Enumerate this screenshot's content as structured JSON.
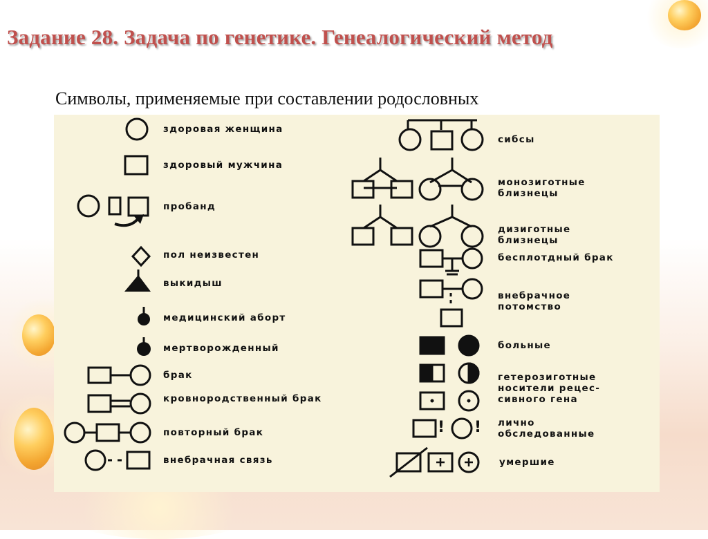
{
  "slide": {
    "title": "Задание 28. Задача по генетике. Генеалогический метод",
    "subtitle": "Символы, применяемые при составлении родословных"
  },
  "legend": {
    "left": [
      {
        "id": "healthy-woman",
        "label": "здоровая женщина"
      },
      {
        "id": "healthy-man",
        "label": "здоровый мужчина"
      },
      {
        "id": "proband",
        "label": "пробанд"
      },
      {
        "id": "sex-unknown",
        "label": "пол неизвестен"
      },
      {
        "id": "miscarriage",
        "label": "выкидыш"
      },
      {
        "id": "medical-abortion",
        "label": "медицинский аборт"
      },
      {
        "id": "stillborn",
        "label": "мертворожденный"
      },
      {
        "id": "marriage",
        "label": "брак"
      },
      {
        "id": "consanguineous-marriage",
        "label": "кровнородственный брак"
      },
      {
        "id": "repeat-marriage",
        "label": "повторный брак"
      },
      {
        "id": "extramarital-relation",
        "label": "внебрачная связь"
      }
    ],
    "right": [
      {
        "id": "siblings",
        "label": "сибсы"
      },
      {
        "id": "monozygotic-twins",
        "label": "монозиготные близнецы"
      },
      {
        "id": "dizygotic-twins",
        "label": "дизиготные близнецы"
      },
      {
        "id": "childless-marriage",
        "label": "бесплотдный брак"
      },
      {
        "id": "extramarital-offspring",
        "label": "внебрачное потомство"
      },
      {
        "id": "affected",
        "label": "больные"
      },
      {
        "id": "heterozygous-carriers",
        "label": "гетерозиготные носители рецес- сивного гена"
      },
      {
        "id": "personally-examined",
        "label": "лично обследованные"
      },
      {
        "id": "deceased",
        "label": "умершие"
      }
    ],
    "glyphs": {
      "exclamation": "!"
    }
  }
}
